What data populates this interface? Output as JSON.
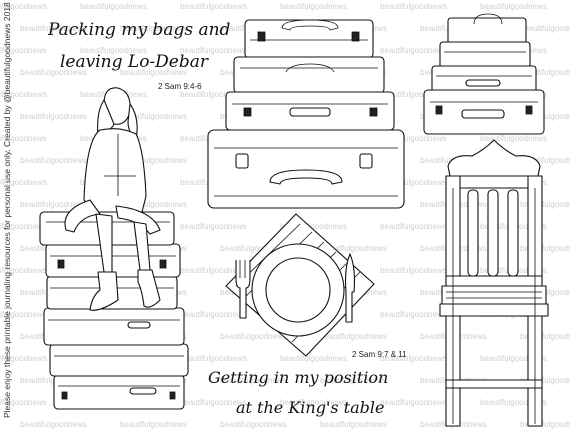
{
  "watermark": "beautifulgoodnews",
  "side_note": "Please enjoy these printable journaling resources for personal use only. Created by @beautifulgoodnews 2018",
  "caption_top": {
    "line1": "Packing my bags and",
    "line2": "leaving Lo-Debar",
    "reference": "2 Sam 9:4-6"
  },
  "caption_bottom": {
    "line1": "Getting in my position",
    "line2": "at the King's table",
    "reference": "2 Sam 9:7 & 11"
  },
  "illustrations": [
    "woman-on-suitcases",
    "suitcase-stack-large",
    "suitcase-stack-small",
    "place-setting",
    "wooden-chair"
  ]
}
